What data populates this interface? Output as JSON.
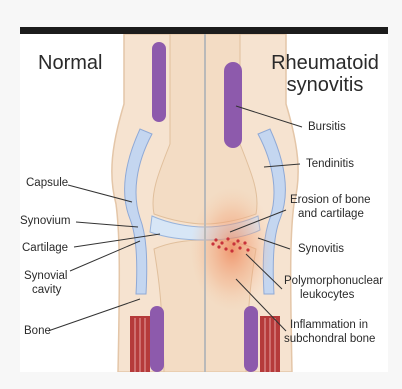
{
  "titles": {
    "normal": "Normal",
    "rheumatoid_line1": "Rheumatoid",
    "rheumatoid_line2": "synovitis"
  },
  "left_labels": {
    "capsule": "Capsule",
    "synovium": "Synovium",
    "cartilage": "Cartilage",
    "synovial_cavity_line1": "Synovial",
    "synovial_cavity_line2": "cavity",
    "bone": "Bone"
  },
  "right_labels": {
    "bursitis": "Bursitis",
    "tendinitis": "Tendinitis",
    "erosion_line1": "Erosion of bone",
    "erosion_line2": "and cartilage",
    "synovitis": "Synovitis",
    "pmn_line1": "Polymorphonuclear",
    "pmn_line2": "leukocytes",
    "inflammation_line1": "Inflammation in",
    "inflammation_line2": "subchondral bone"
  },
  "colors": {
    "bone": "#f3dcc4",
    "capsule": "#bcd0ee",
    "bursa": "#8a5aa8",
    "muscle": "#b53a3a",
    "inflammation": "#f2a070",
    "divider": "#b9b9b9"
  }
}
